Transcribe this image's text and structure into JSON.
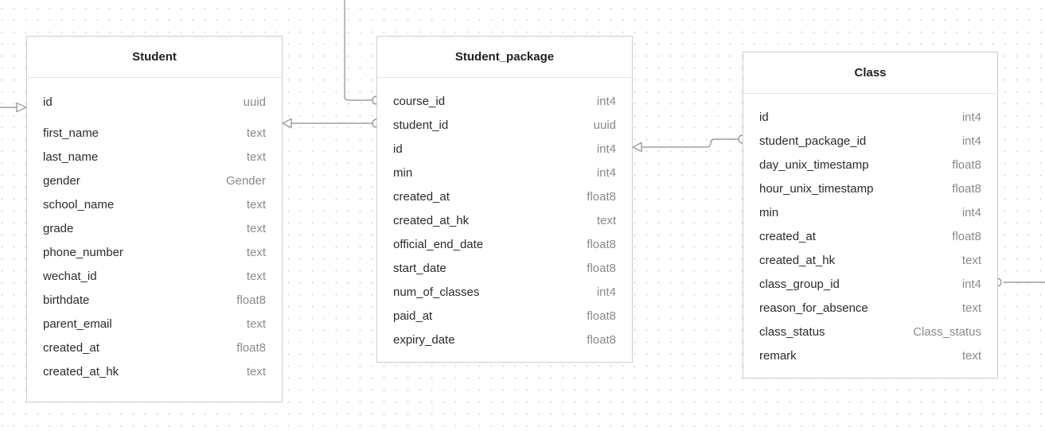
{
  "tables": {
    "student": {
      "title": "Student",
      "columns": [
        {
          "name": "id",
          "type": "uuid"
        },
        {
          "name": "first_name",
          "type": "text"
        },
        {
          "name": "last_name",
          "type": "text"
        },
        {
          "name": "gender",
          "type": "Gender"
        },
        {
          "name": "school_name",
          "type": "text"
        },
        {
          "name": "grade",
          "type": "text"
        },
        {
          "name": "phone_number",
          "type": "text"
        },
        {
          "name": "wechat_id",
          "type": "text"
        },
        {
          "name": "birthdate",
          "type": "float8"
        },
        {
          "name": "parent_email",
          "type": "text"
        },
        {
          "name": "created_at",
          "type": "float8"
        },
        {
          "name": "created_at_hk",
          "type": "text"
        }
      ]
    },
    "student_package": {
      "title": "Student_package",
      "columns": [
        {
          "name": "course_id",
          "type": "int4"
        },
        {
          "name": "student_id",
          "type": "uuid"
        },
        {
          "name": "id",
          "type": "int4"
        },
        {
          "name": "min",
          "type": "int4"
        },
        {
          "name": "created_at",
          "type": "float8"
        },
        {
          "name": "created_at_hk",
          "type": "text"
        },
        {
          "name": "official_end_date",
          "type": "float8"
        },
        {
          "name": "start_date",
          "type": "float8"
        },
        {
          "name": "num_of_classes",
          "type": "int4"
        },
        {
          "name": "paid_at",
          "type": "float8"
        },
        {
          "name": "expiry_date",
          "type": "float8"
        }
      ]
    },
    "class": {
      "title": "Class",
      "columns": [
        {
          "name": "id",
          "type": "int4"
        },
        {
          "name": "student_package_id",
          "type": "int4"
        },
        {
          "name": "day_unix_timestamp",
          "type": "float8"
        },
        {
          "name": "hour_unix_timestamp",
          "type": "float8"
        },
        {
          "name": "min",
          "type": "int4"
        },
        {
          "name": "created_at",
          "type": "float8"
        },
        {
          "name": "created_at_hk",
          "type": "text"
        },
        {
          "name": "class_group_id",
          "type": "int4"
        },
        {
          "name": "reason_for_absence",
          "type": "text"
        },
        {
          "name": "class_status",
          "type": "Class_status"
        },
        {
          "name": "remark",
          "type": "text"
        }
      ]
    }
  },
  "colors": {
    "connector": "#8c8c8c",
    "border": "#cfcfcf",
    "type_text": "#8a8a8a"
  }
}
